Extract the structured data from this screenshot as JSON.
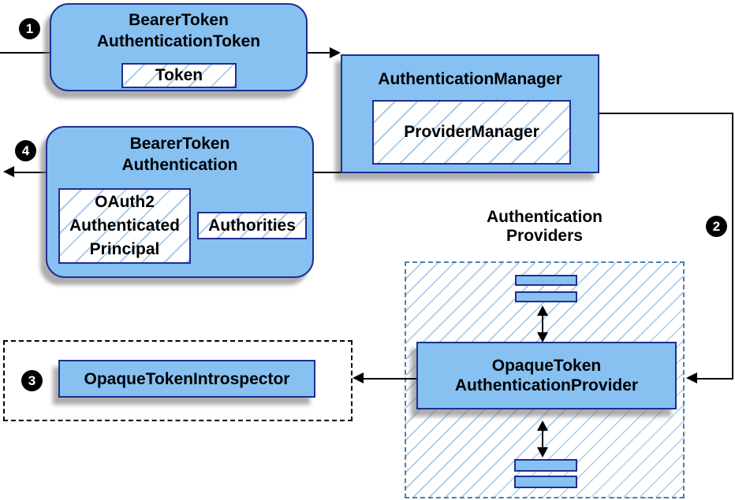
{
  "steps": {
    "one": "1",
    "two": "2",
    "three": "3",
    "four": "4"
  },
  "nodes": {
    "bearer_token_authentication_token": {
      "title_line1": "BearerToken",
      "title_line2": "AuthenticationToken",
      "token_label": "Token"
    },
    "authentication_manager": {
      "title": "AuthenticationManager",
      "inner_label": "ProviderManager"
    },
    "bearer_token_authentication": {
      "title_line1": "BearerToken",
      "title_line2": "Authentication",
      "principal_line1": "OAuth2",
      "principal_line2": "Authenticated",
      "principal_line3": "Principal",
      "authorities_label": "Authorities"
    },
    "opaque_token_introspector": {
      "title": "OpaqueTokenIntrospector"
    },
    "authentication_providers": {
      "heading_line1": "Authentication",
      "heading_line2": "Providers",
      "provider_line1": "OpaqueToken",
      "provider_line2": "AuthenticationProvider"
    }
  },
  "colors": {
    "node_fill": "#86c1f2",
    "node_border": "#1e2f8f",
    "hatch_line": "#a9cdee",
    "providers_dash": "#4d7eae",
    "line_color": "#000000"
  }
}
